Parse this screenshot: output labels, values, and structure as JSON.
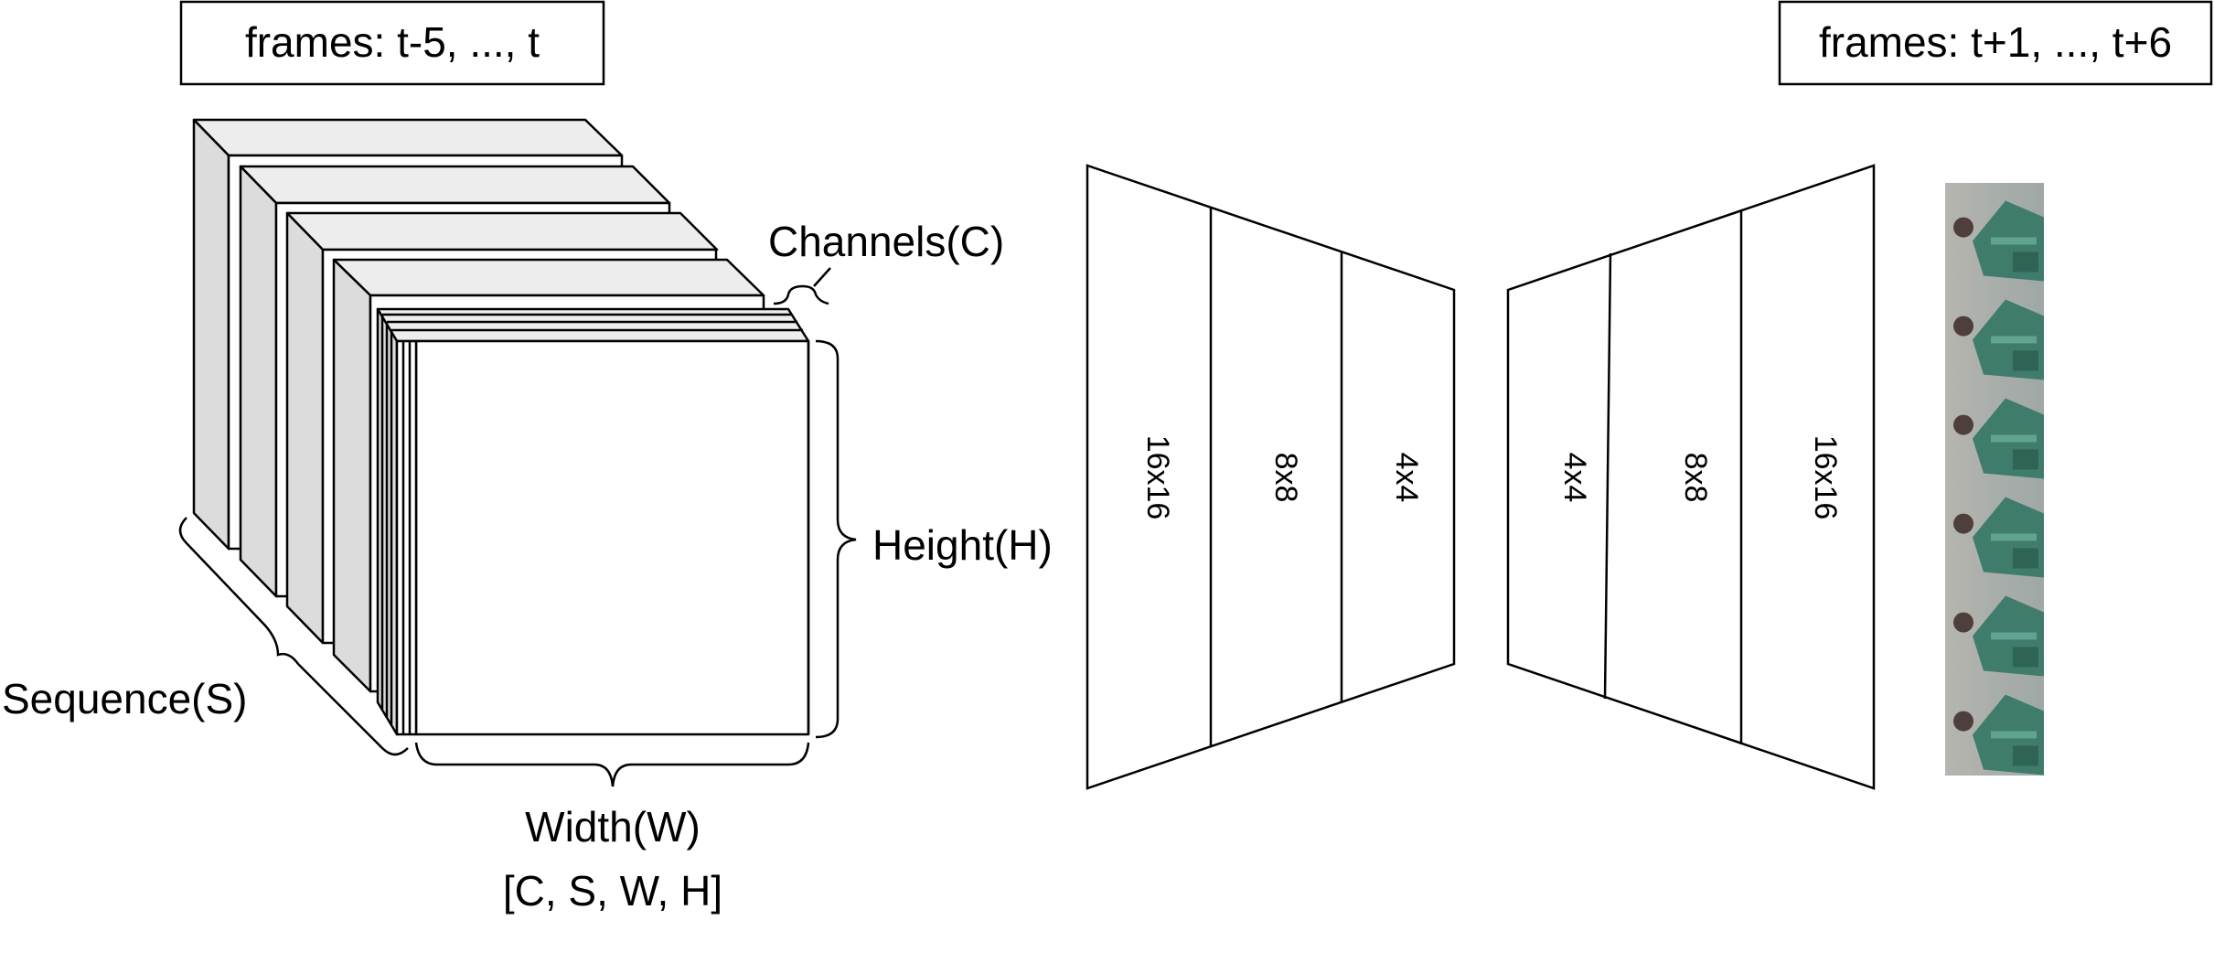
{
  "input_label": "frames: t-5, ..., t",
  "output_label": "frames: t+1, ...,  t+6",
  "dims": {
    "channels": "Channels(C)",
    "height": "Height(H)",
    "sequence": "Sequence(S)",
    "width": "Width(W)",
    "shape": "[C, S, W, H]"
  },
  "encoder": [
    "16x16",
    "8x8",
    "4x4"
  ],
  "decoder": [
    "4x4",
    "8x8",
    "16x16"
  ],
  "output_frame_count": 6
}
